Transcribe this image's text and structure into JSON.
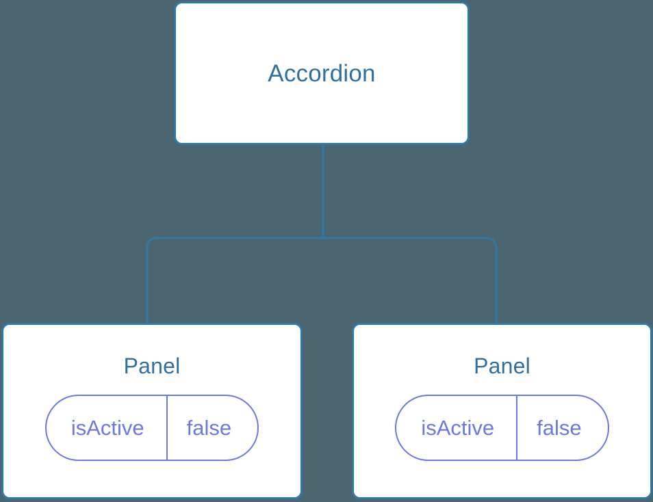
{
  "diagram": {
    "background_color": "#4c6671",
    "node_border_color": "#2f78a8",
    "node_title_color": "#31709e",
    "prop_accent_color": "#6b79de",
    "connector_color": "#2f78a8",
    "root": {
      "title": "Accordion"
    },
    "children": [
      {
        "title": "Panel",
        "props": [
          {
            "key": "isActive",
            "value": "false"
          }
        ]
      },
      {
        "title": "Panel",
        "props": [
          {
            "key": "isActive",
            "value": "false"
          }
        ]
      }
    ]
  }
}
